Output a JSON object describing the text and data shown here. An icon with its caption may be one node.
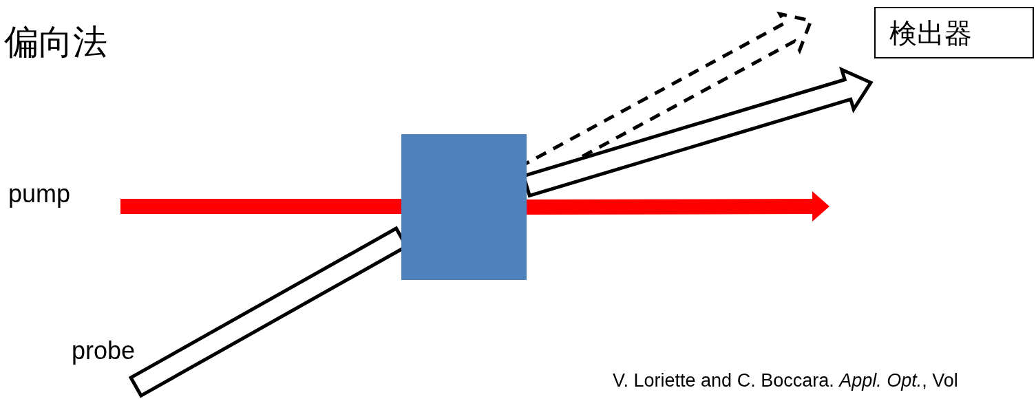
{
  "diagram": {
    "title": "偏向法",
    "nodes": [
      {
        "text": [],
        "shape": "box"
      },
      {
        "text": [
          "pump"
        ]
      },
      {
        "text": [
          "probe"
        ]
      },
      {
        "text": [
          "検出器"
        ]
      }
    ],
    "edges": [
      {
        "from": 1,
        "to": 0,
        "arrow": "none",
        "style": "thick",
        "color": "#ff0000"
      },
      {
        "from": 0,
        "to": null,
        "arrow": "to",
        "style": "thick",
        "color": "#ff0000"
      },
      {
        "from": 2,
        "to": 0,
        "arrow": "none"
      },
      {
        "from": 0,
        "to": null,
        "arrow": "to",
        "style": "dashed"
      },
      {
        "from": 0,
        "to": null,
        "arrow": "to"
      }
    ],
    "labels": [
      "V. Loriette and C. Boccara. *Appl. Opt.*, Vol"
    ]
  }
}
